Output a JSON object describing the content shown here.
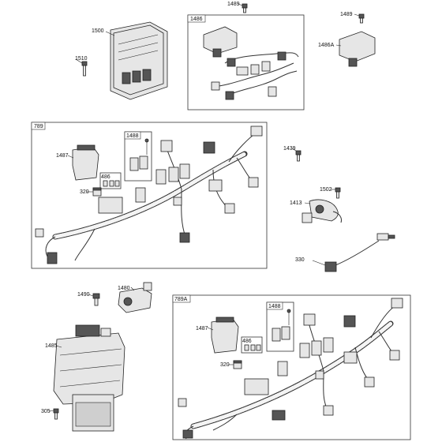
{
  "callouts": {
    "p1489_top": "1489",
    "p1500": "1500",
    "p1510": "1510",
    "p1486": "1486",
    "p1489_right": "1489",
    "p1486A": "1486A",
    "p789": "789",
    "p1488_upper": "1488",
    "p1487_upper": "1487",
    "p486_upper": "486",
    "p320_upper": "320",
    "p1439": "1439",
    "p1502": "1502",
    "p1413": "1413",
    "p330": "330",
    "p1490": "1490",
    "p1480": "1480",
    "p789A": "789A",
    "p1488_lower": "1488",
    "p1487_lower": "1487",
    "p486_lower": "486",
    "p320_lower": "320",
    "p1485": "1485",
    "p305": "305"
  }
}
